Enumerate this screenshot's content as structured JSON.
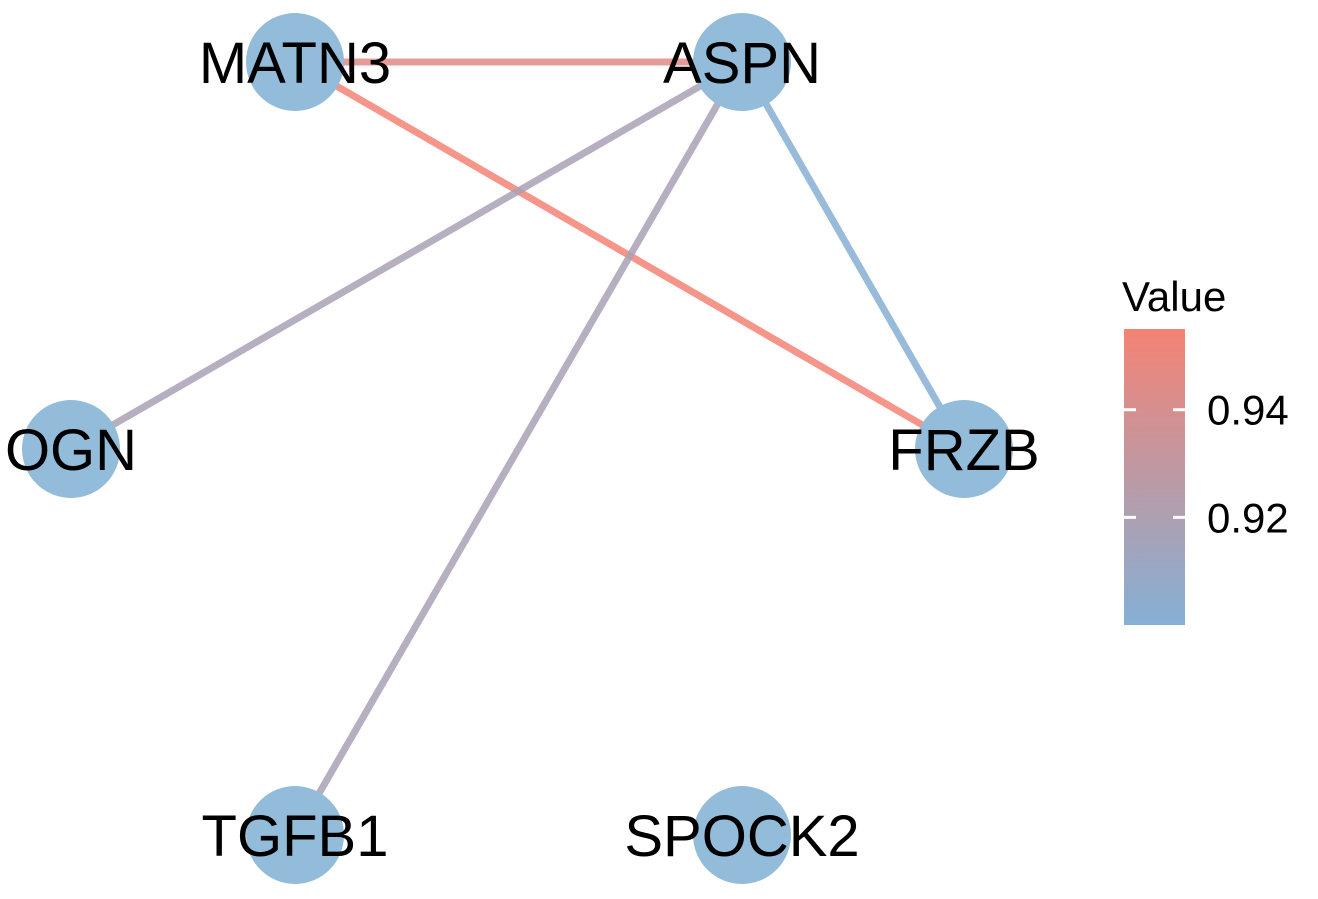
{
  "network": {
    "nodes": [
      {
        "id": "MATN3",
        "label": "MATN3"
      },
      {
        "id": "ASPN",
        "label": "ASPN"
      },
      {
        "id": "OGN",
        "label": "OGN"
      },
      {
        "id": "FRZB",
        "label": "FRZB"
      },
      {
        "id": "TGFB1",
        "label": "TGFB1"
      },
      {
        "id": "SPOCK2",
        "label": "SPOCK2"
      }
    ],
    "edges": [
      {
        "source": "MATN3",
        "target": "ASPN",
        "value": 0.945
      },
      {
        "source": "MATN3",
        "target": "FRZB",
        "value": 0.955
      },
      {
        "source": "ASPN",
        "target": "OGN",
        "value": 0.918
      },
      {
        "source": "ASPN",
        "target": "TGFB1",
        "value": 0.918
      },
      {
        "source": "ASPN",
        "target": "FRZB",
        "value": 0.901
      }
    ],
    "node_color": "#92BCD9"
  },
  "legend": {
    "title": "Value",
    "min": 0.9,
    "max": 0.955,
    "color_low": "#85B0D5",
    "color_high": "#F48374",
    "ticks": [
      {
        "value": 0.92,
        "label": "0.92"
      },
      {
        "value": 0.94,
        "label": "0.94"
      }
    ]
  }
}
